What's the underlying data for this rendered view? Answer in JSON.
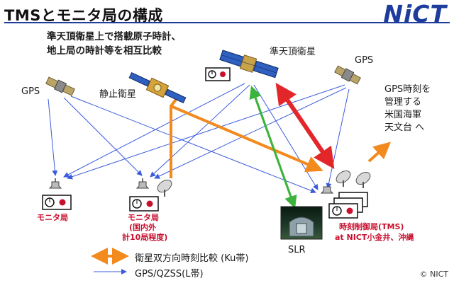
{
  "title": "TMSとモニタ局の構成",
  "logo": "NiCT",
  "note": [
    "準天頂衛星上で搭載原子時計、",
    "地上局の時計等を相互比較"
  ],
  "labels": {
    "qzss": "準天頂衛星",
    "gps_left": "GPS",
    "gps_right": "GPS",
    "geo": "静止衛星",
    "slr": "SLR"
  },
  "usno": [
    "GPS時刻を",
    "管理する",
    "米国海軍",
    "天文台 へ"
  ],
  "monitor_small": "モニタ局",
  "monitor_domestic": [
    "モニタ局",
    "(国内外",
    "計10局程度)"
  ],
  "tms_station": [
    "時刻制御局(TMS)",
    "at NICT小金井、沖縄"
  ],
  "legend": {
    "ku": "衛星双方向時刻比較 (Ku帯)",
    "gps": "GPS/QZSS(L帯)"
  },
  "copyright": "© NICT",
  "colors": {
    "ku_link": "#f28a1e",
    "gps_link": "#3b5bdb",
    "laser_link": "#3cb43c",
    "red_link": "#e3262a",
    "logo": "#1e3c9c",
    "station_label": "#c8102e"
  }
}
